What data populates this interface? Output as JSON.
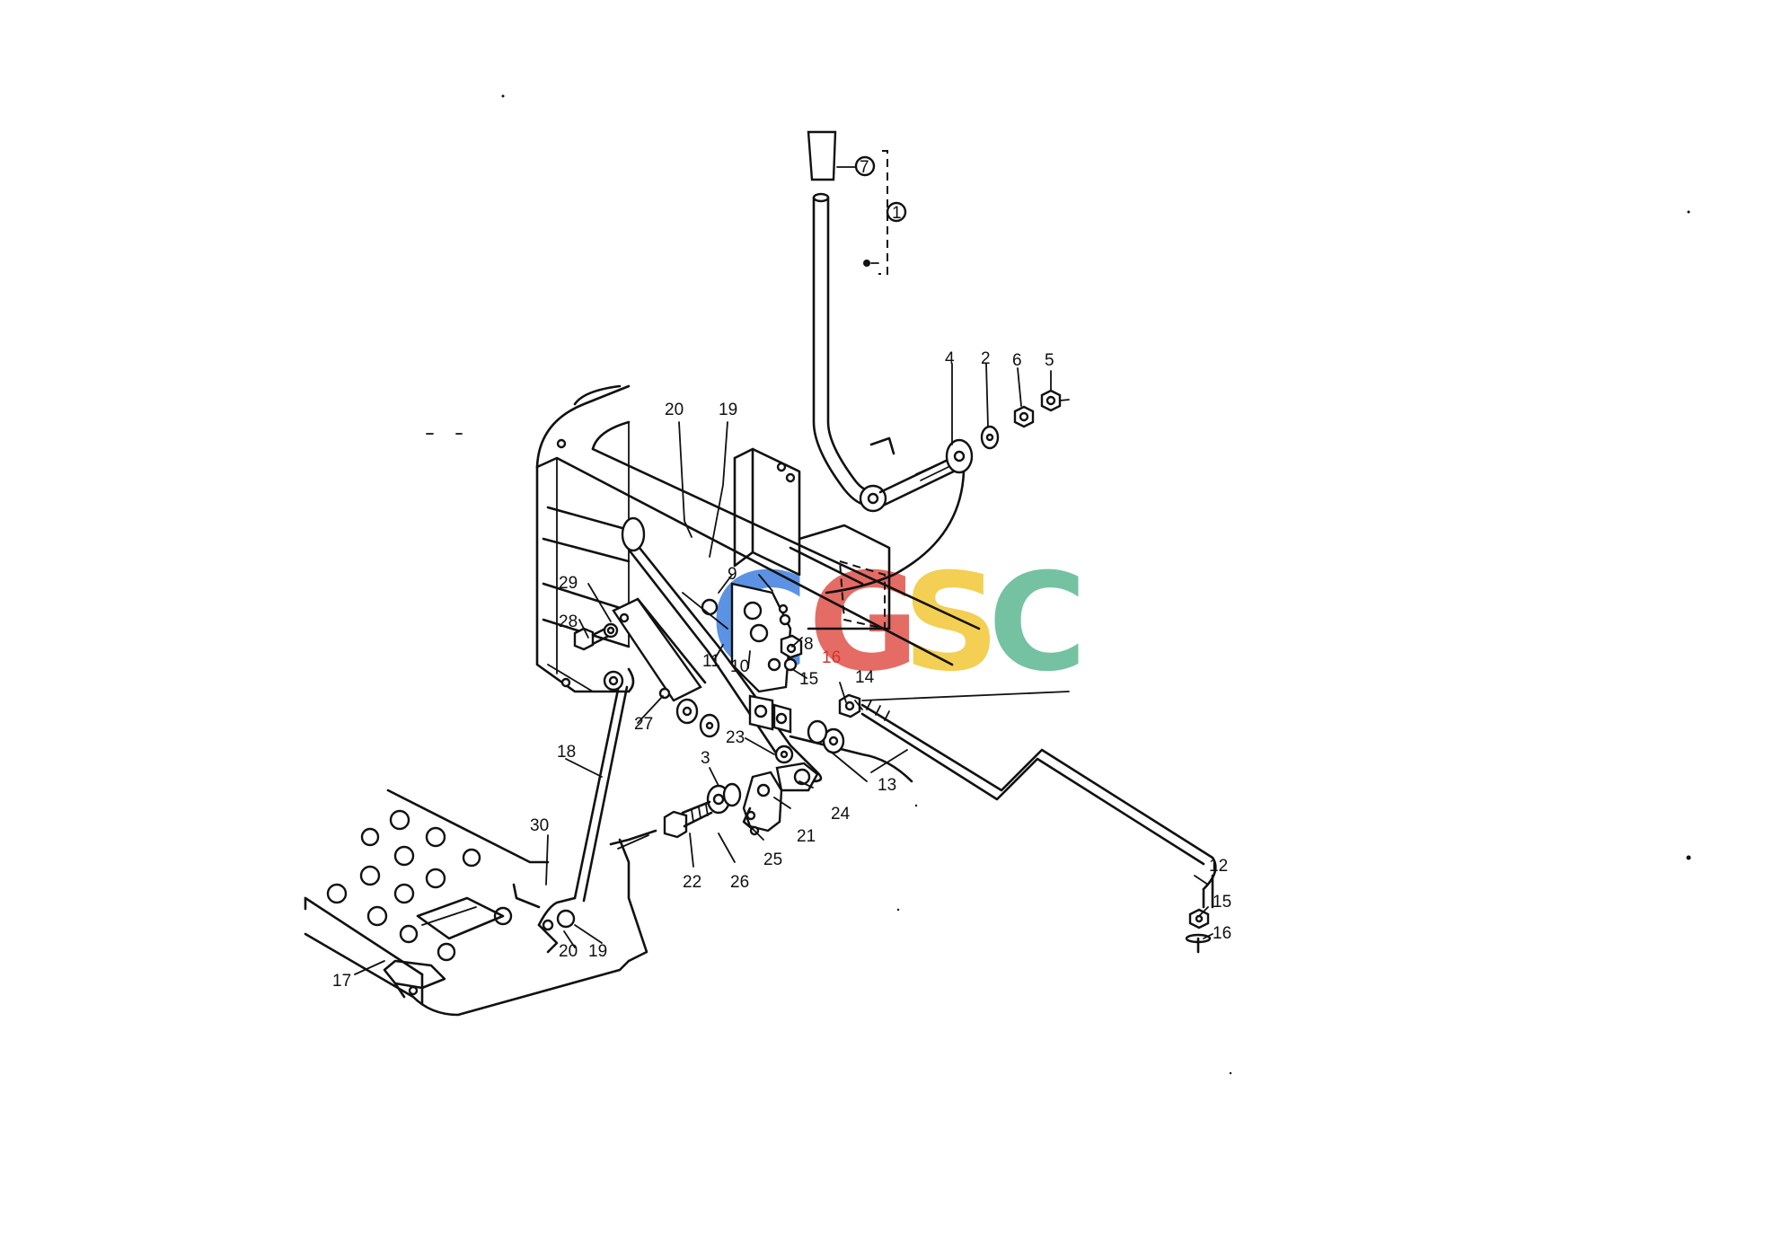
{
  "watermark": {
    "letters": [
      "C",
      "G",
      "S",
      "C"
    ],
    "colors": [
      "#3f7fe0",
      "#e0534a",
      "#f2c736",
      "#5cb892"
    ]
  },
  "callouts": {
    "c1": "1",
    "c7": "7",
    "c2": "2",
    "c3": "3",
    "c4": "4",
    "c5": "5",
    "c6": "6",
    "c8": "8",
    "c9": "9",
    "c10": "10",
    "c11": "11",
    "c12": "12",
    "c13": "13",
    "c14": "14",
    "c15a": "15",
    "c15b": "15",
    "c16a": "16",
    "c16b": "16",
    "c17": "17",
    "c18": "18",
    "c19a": "19",
    "c19b": "19",
    "c20a": "20",
    "c20b": "20",
    "c21": "21",
    "c22": "22",
    "c23": "23",
    "c24": "24",
    "c25": "25",
    "c26": "26",
    "c27": "27",
    "c28": "28",
    "c29": "29",
    "c30": "30"
  }
}
